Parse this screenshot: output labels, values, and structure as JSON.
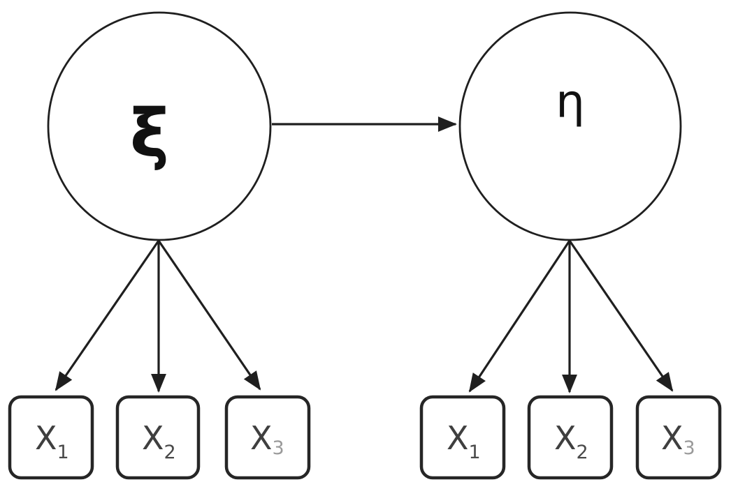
{
  "diagram": {
    "type": "structural-equation-model-path-diagram",
    "latent_nodes": [
      {
        "id": "xi",
        "label": "ξ",
        "shape": "circle"
      },
      {
        "id": "eta",
        "label": "η",
        "shape": "circle"
      }
    ],
    "structural_path": {
      "from": "ξ",
      "to": "η",
      "direction": "right"
    },
    "indicator_groups": [
      {
        "latent": "ξ",
        "indicators": [
          {
            "base": "X",
            "sub": "1"
          },
          {
            "base": "X",
            "sub": "2"
          },
          {
            "base": "X",
            "sub": "3"
          }
        ]
      },
      {
        "latent": "η",
        "indicators": [
          {
            "base": "X",
            "sub": "1"
          },
          {
            "base": "X",
            "sub": "2"
          },
          {
            "base": "X",
            "sub": "3"
          }
        ]
      }
    ],
    "colors": {
      "background": "#ffffff",
      "node_stroke": "#1f1f1f",
      "box_stroke": "#262626",
      "latent_label": "#111111",
      "indicator_label": "#3f3f3f",
      "subscript_light": "#9a9a9a"
    }
  }
}
